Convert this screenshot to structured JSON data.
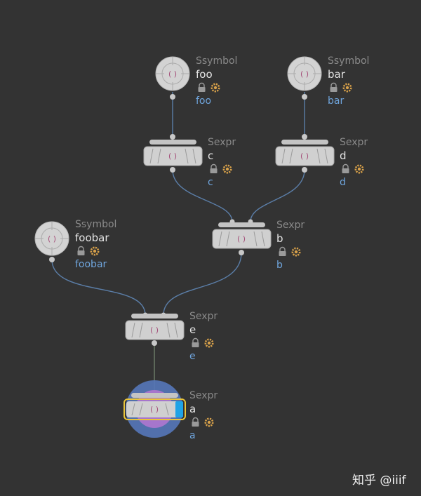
{
  "network": {
    "nodes": [
      {
        "id": "foo",
        "type": "Ssymbol",
        "name": "foo",
        "output": "foo",
        "selected": false
      },
      {
        "id": "bar",
        "type": "Ssymbol",
        "name": "bar",
        "output": "bar",
        "selected": false
      },
      {
        "id": "c",
        "type": "Sexpr",
        "name": "c",
        "output": "c",
        "selected": false
      },
      {
        "id": "d",
        "type": "Sexpr",
        "name": "d",
        "output": "d",
        "selected": false
      },
      {
        "id": "foobar",
        "type": "Ssymbol",
        "name": "foobar",
        "output": "foobar",
        "selected": false
      },
      {
        "id": "b",
        "type": "Sexpr",
        "name": "b",
        "output": "b",
        "selected": false
      },
      {
        "id": "e",
        "type": "Sexpr",
        "name": "e",
        "output": "e",
        "selected": false
      },
      {
        "id": "a",
        "type": "Sexpr",
        "name": "a",
        "output": "a",
        "selected": true,
        "display_flag": true
      }
    ],
    "connections": [
      {
        "from": "foo",
        "to": "c"
      },
      {
        "from": "bar",
        "to": "d"
      },
      {
        "from": "c",
        "to": "b"
      },
      {
        "from": "d",
        "to": "b"
      },
      {
        "from": "foobar",
        "to": "e"
      },
      {
        "from": "b",
        "to": "e"
      },
      {
        "from": "e",
        "to": "a"
      }
    ]
  },
  "icons": {
    "flag_lock": "lock-icon",
    "flag_bypass": "gear-icon",
    "node_glyph": "parentheses-glyph"
  },
  "colors": {
    "background": "#333333",
    "wire_blue": "#5b7ea8",
    "wire_grey": "#6e7f6a",
    "node_body": "#d0d0d0",
    "output_label": "#6fa5dd",
    "selected_outline": "#e9c43a",
    "display_flag": "#1fa3e6"
  },
  "watermark": "知乎 @iiif"
}
